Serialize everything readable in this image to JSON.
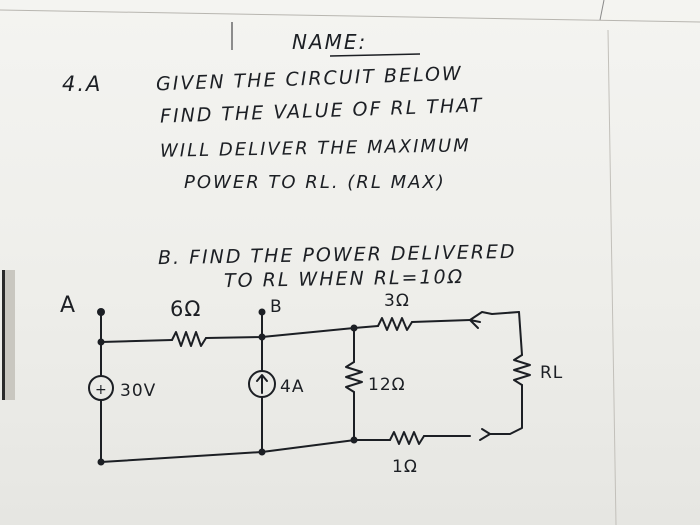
{
  "header": {
    "name_label": "NAME:"
  },
  "part_a": {
    "number": "4.A",
    "lines": [
      "GIVEN THE CIRCUIT BELOW",
      "FIND THE VALUE OF RL THAT",
      "WILL DELIVER THE MAXIMUM",
      "POWER TO RL. (RL MAX)"
    ]
  },
  "part_b": {
    "lines": [
      "B. FIND THE POWER DELIVERED",
      "TO RL WHEN RL=10Ω"
    ]
  },
  "circuit": {
    "node_a": "A",
    "node_b": "B",
    "r1": "6Ω",
    "r2": "3Ω",
    "r3": "12Ω",
    "r4": "1Ω",
    "rl": "RL",
    "voltage_source": "30V",
    "current_source": "4A",
    "plus_sign": "+"
  }
}
